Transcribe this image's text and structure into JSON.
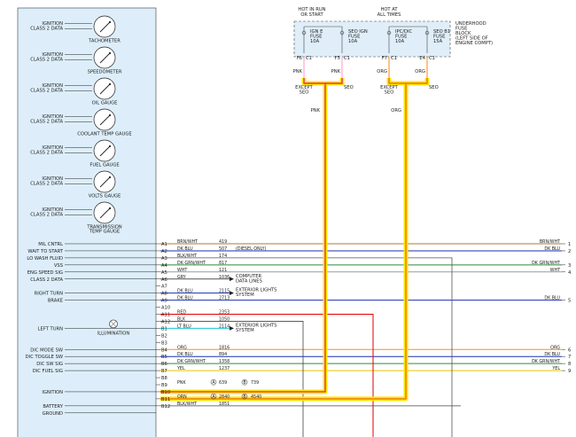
{
  "power": {
    "hot_run_start": [
      "HOT IN RUN",
      "OR START"
    ],
    "hot_all_times": [
      "HOT AT",
      "ALL TIMES"
    ],
    "block_label": [
      "UNDERHOOD",
      "FUSE",
      "BLOCK",
      "(LEFT SIDE OF",
      "ENGINE COMPT)"
    ],
    "fuses": [
      {
        "name": [
          "IGN E",
          "FUSE",
          "10A"
        ],
        "pin": "F6",
        "conn": "C1",
        "color": "PNK",
        "variant": [
          "EXCEPT",
          "SEO"
        ]
      },
      {
        "name": [
          "SEO IGN",
          "FUSE",
          "10A"
        ],
        "pin": "F5",
        "conn": "C1",
        "color": "PNK",
        "variant": [
          "SEO"
        ]
      },
      {
        "name": [
          "IPC/DIC",
          "FUSE",
          "10A"
        ],
        "pin": "F7",
        "conn": "C1",
        "color": "ORG",
        "variant": [
          "EXCEPT",
          "SEO"
        ]
      },
      {
        "name": [
          "SEO B1",
          "FUSE",
          "15A"
        ],
        "pin": "E4",
        "conn": "C1",
        "color": "ORG",
        "variant": [
          "SEO"
        ]
      }
    ],
    "trunk_labels": [
      "PNK",
      "ORG"
    ]
  },
  "gauges": [
    {
      "lines": [
        "IGNITION",
        "CLASS 2 DATA"
      ],
      "label": [
        "TACHOMETER"
      ]
    },
    {
      "lines": [
        "IGNITION",
        "CLASS 2 DATA"
      ],
      "label": [
        "SPEEDOMETER"
      ]
    },
    {
      "lines": [
        "IGNITION",
        "CLASS 2 DATA"
      ],
      "label": [
        "OIL GAUGE"
      ]
    },
    {
      "lines": [
        "IGNITION",
        "CLASS 2 DATA"
      ],
      "label": [
        "COOLANT TEMP GAUGE"
      ]
    },
    {
      "lines": [
        "IGNITION",
        "CLASS 2 DATA"
      ],
      "label": [
        "FUEL GAUGE"
      ]
    },
    {
      "lines": [
        "IGNITION",
        "CLASS 2 DATA"
      ],
      "label": [
        "VOLTS GAUGE"
      ]
    },
    {
      "lines": [
        "IGNITION",
        "CLASS 2 DATA"
      ],
      "label": [
        "TRANSMISSION",
        "TEMP GAUGE"
      ]
    }
  ],
  "illumination": "ILLUMINATION",
  "pins": [
    {
      "func": "MIL CNTRL",
      "pin": "A1",
      "color": "BRN/WHT",
      "circuit": "419",
      "note": "",
      "right": "BRN/WHT",
      "num": "1"
    },
    {
      "func": "WAIT TO START",
      "pin": "A2",
      "color": "DK BLU",
      "circuit": "507",
      "note": "(DIESEL ONLY)",
      "right": "DK BLU",
      "num": "2"
    },
    {
      "func": "LO WASH FLUID",
      "pin": "A3",
      "color": "BLK/WHT",
      "circuit": "174",
      "note": "",
      "right": "",
      "num": ""
    },
    {
      "func": "VSS",
      "pin": "A4",
      "color": "DK GRN/WHT",
      "circuit": "817",
      "note": "",
      "right": "DK GRN/WHT",
      "num": "3"
    },
    {
      "func": "ENG SPEED SIG",
      "pin": "A5",
      "color": "WHT",
      "circuit": "121",
      "note": "",
      "right": "WHT",
      "num": "4"
    },
    {
      "func": "CLASS 2 DATA",
      "pin": "A6",
      "color": "GRY",
      "circuit": "1036",
      "note": "COMPUTER DATA LINES",
      "right": "",
      "num": ""
    },
    {
      "func": "",
      "pin": "A7",
      "color": "",
      "circuit": "",
      "note": "",
      "right": "",
      "num": ""
    },
    {
      "func": "RIGHT TURN",
      "pin": "A8",
      "color": "DK BLU",
      "circuit": "2115",
      "note": "EXTERIOR LIGHTS SYSTEM",
      "right": "",
      "num": ""
    },
    {
      "func": "BRAKE",
      "pin": "A9",
      "color": "DK BLU",
      "circuit": "2713",
      "note": "",
      "right": "DK BLU",
      "num": "5"
    },
    {
      "func": "",
      "pin": "A10",
      "color": "",
      "circuit": "",
      "note": "",
      "right": "",
      "num": ""
    },
    {
      "func": "",
      "pin": "A11",
      "color": "RED",
      "circuit": "2353",
      "note": "",
      "right": "",
      "num": ""
    },
    {
      "func": "",
      "pin": "A12",
      "color": "BLK",
      "circuit": "1050",
      "note": "",
      "right": "",
      "num": ""
    },
    {
      "func": "LEFT TURN",
      "pin": "B1",
      "color": "LT BLU",
      "circuit": "2114",
      "note": "EXTERIOR LIGHTS SYSTEM",
      "right": "",
      "num": ""
    },
    {
      "func": "",
      "pin": "B2",
      "color": "",
      "circuit": "",
      "note": "",
      "right": "",
      "num": ""
    },
    {
      "func": "",
      "pin": "B3",
      "color": "",
      "circuit": "",
      "note": "",
      "right": "",
      "num": ""
    },
    {
      "func": "DIC MODE SW",
      "pin": "B4",
      "color": "ORG",
      "circuit": "1816",
      "note": "",
      "right": "ORG",
      "num": "6"
    },
    {
      "func": "DIC TOGGLE SW",
      "pin": "B5",
      "color": "DK BLU",
      "circuit": "894",
      "note": "",
      "right": "DK BLU",
      "num": "7"
    },
    {
      "func": "DIC SW SIG",
      "pin": "B6",
      "color": "DK GRN/WHT",
      "circuit": "1358",
      "note": "",
      "right": "DK GRN/WHT",
      "num": "8"
    },
    {
      "func": "DIC FUEL SIG",
      "pin": "B7",
      "color": "YEL",
      "circuit": "1237",
      "note": "",
      "right": "YEL",
      "num": "9"
    },
    {
      "func": "",
      "pin": "B8",
      "color": "",
      "circuit": "",
      "note": "",
      "right": "",
      "num": ""
    },
    {
      "func": "",
      "pin": "B9",
      "color": "PNK",
      "circuit": "639",
      "note": "",
      "right": "",
      "num": "",
      "ref_a": "A",
      "ref_b": "B",
      "circuit_b": "739"
    },
    {
      "func": "IGNITION",
      "pin": "B10",
      "color": "",
      "circuit": "",
      "note": "",
      "right": "",
      "num": ""
    },
    {
      "func": "",
      "pin": "B11",
      "color": "ORN",
      "circuit": "2840",
      "note": "",
      "right": "",
      "num": "",
      "ref_a": "A",
      "ref_b": "B",
      "circuit_b": "4540"
    },
    {
      "func": "BATTERY",
      "pin": "B12",
      "color": "BLK/WHT",
      "circuit": "1851",
      "note": "",
      "right": "",
      "num": ""
    },
    {
      "func": "GROUND",
      "pin": "",
      "color": "",
      "circuit": "",
      "note": "",
      "right": "",
      "num": ""
    }
  ],
  "wire_colors": {
    "pnk": "#ff9ecf",
    "org": "#f7941d",
    "yellow_hl": "#ffe600",
    "brown": "#b07a3a",
    "blue": "#1b2fb0",
    "green": "#2e8b3a",
    "red": "#e00000",
    "cyan": "#19c5d8",
    "grey": "#8a8a8a",
    "panel_fill": "#ddeefa",
    "fuse_fill": "#dfeef8"
  }
}
